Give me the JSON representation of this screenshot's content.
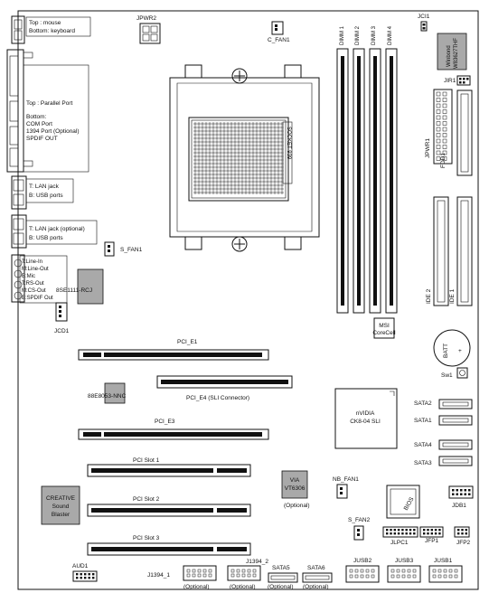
{
  "labels": {
    "mouse_top": "Top : mouse",
    "mouse_bottom": "Bottom: keyboard",
    "jpwr2": "JPWR2",
    "c_fan1": "C_FAN1",
    "dimm1": "DIMM 1",
    "dimm2": "DIMM 2",
    "dimm3": "DIMM 3",
    "dimm4": "DIMM 4",
    "jci1": "JCI1",
    "winbond_1": "Winbond",
    "winbond_2": "W83627THF",
    "jir1": "JIR1",
    "parallel_top": "Top : Parallel Port",
    "parallel_bottom": "Bottom:",
    "com_port": "COM Port",
    "port1394": "1394 Port (Optional)",
    "spdif_out": "SPDIF OUT",
    "socket": "SOCKET 939",
    "jpwr1": "JPWR1",
    "fdd1": "FDD1",
    "lan1_t": "T:  LAN jack",
    "lan1_b": "B: USB ports",
    "lan2_t": "T:  LAN jack (optional)",
    "lan2_b": "B: USB ports",
    "s_fan1": "S_FAN1",
    "audio_1": "T:Line-In",
    "audio_2": "M:Line-Out",
    "audio_3": "B:Mic",
    "audio_4": "T:RS-Out",
    "audio_5": "M:CS-Out",
    "audio_6": "B:SPDIF Out",
    "chip_8se1111": "8SE1111-RCJ",
    "ide2": "IDE 2",
    "ide1": "IDE 1",
    "jcd1": "JCD1",
    "msi_1": "MSI",
    "msi_2": "CoreCell",
    "pci_e1": "PCI_E1",
    "batt": "BATT",
    "batt_plus": "+",
    "sw1": "Sw1",
    "chip_88e8053": "88E8053-NNC",
    "pci_e4": "PCI_E4 (SLI Connector)",
    "nvidia_1": "nVIDIA",
    "nvidia_2": "CK8-04 SLI",
    "sata2": "SATA2",
    "sata1": "SATA1",
    "pci_e3": "PCI_E3",
    "sata4": "SATA4",
    "sata3": "SATA3",
    "pci_slot1": "PCI Slot 1",
    "via_1": "VIA",
    "via_2": "VT6306",
    "via_opt": "(Optional)",
    "nb_fan1": "NB_FAN1",
    "creative_1": "CREATIVE",
    "creative_2": "Sound",
    "creative_3": "Blaster",
    "pci_slot2": "PCI Slot 2",
    "bios": "BIOS",
    "jdb1": "JDB1",
    "s_fan2": "S_FAN2",
    "jlpc1": "JLPC1",
    "jfp1": "JFP1",
    "jfp2": "JFP2",
    "pci_slot3": "PCI Slot 3",
    "aud1": "AUD1",
    "j1394_1": "J1394_1",
    "j1394_2": "J1394_2",
    "sata5": "SATA5",
    "sata6": "SATA6",
    "jusb2": "JUSB2",
    "jusb3": "JUSB3",
    "jusb1": "JUSB1",
    "opt_1394_1": "(Optional)",
    "opt_1394_2": "(Optional)",
    "opt_sata5": "(Optional)",
    "opt_sata6": "(Optional)"
  },
  "colors": {
    "board_outline": "#111111",
    "chip_gray": "#a9a9a9",
    "background": "#ffffff"
  }
}
